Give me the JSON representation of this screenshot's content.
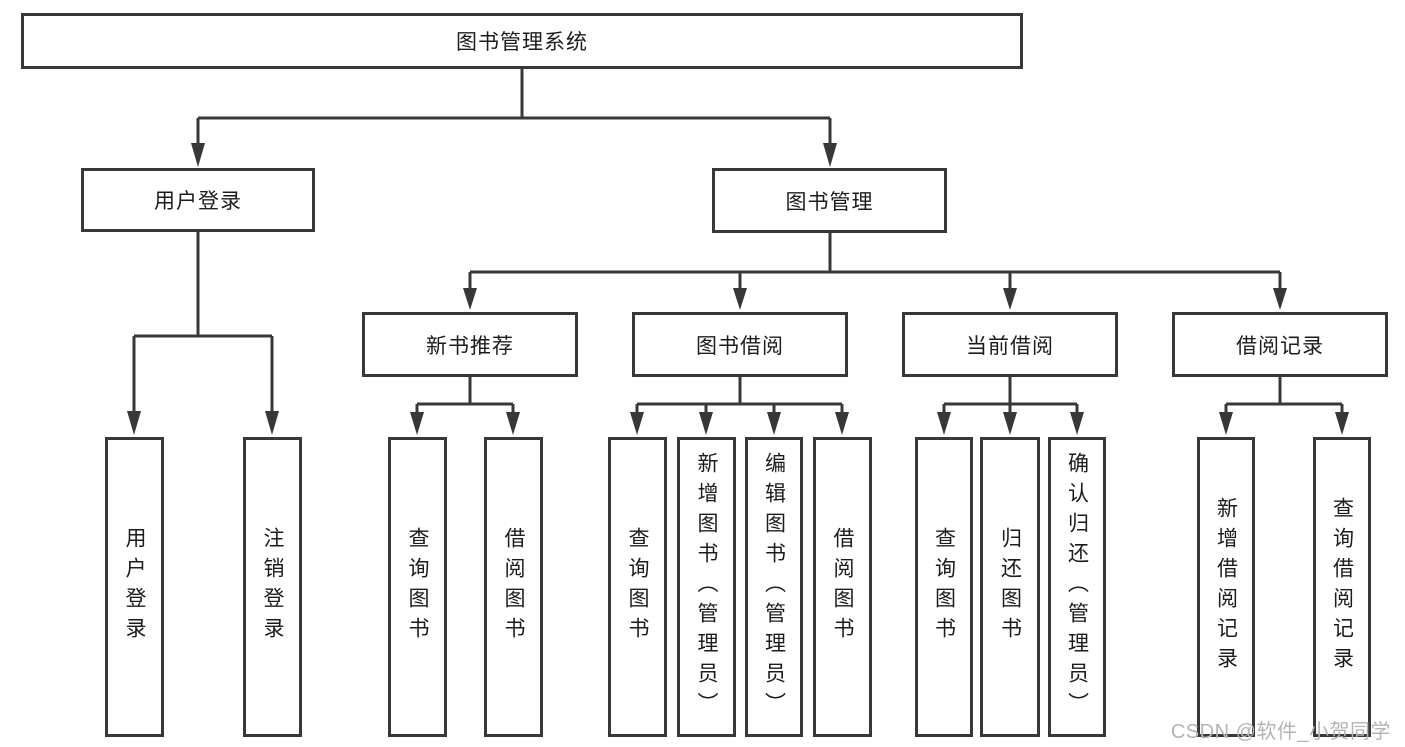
{
  "diagram_type": "hierarchy",
  "tree": {
    "label": "图书管理系统",
    "children": [
      {
        "label": "用户登录",
        "children": [
          {
            "label": "用户登录"
          },
          {
            "label": "注销登录"
          }
        ]
      },
      {
        "label": "图书管理",
        "children": [
          {
            "label": "新书推荐",
            "children": [
              {
                "label": "查询图书"
              },
              {
                "label": "借阅图书"
              }
            ]
          },
          {
            "label": "图书借阅",
            "children": [
              {
                "label": "查询图书"
              },
              {
                "label": "新增图书（管理员）"
              },
              {
                "label": "编辑图书（管理员）"
              },
              {
                "label": "借阅图书"
              }
            ]
          },
          {
            "label": "当前借阅",
            "children": [
              {
                "label": "查询图书"
              },
              {
                "label": "归还图书"
              },
              {
                "label": "确认归还（管理员）"
              }
            ]
          },
          {
            "label": "借阅记录",
            "children": [
              {
                "label": "新增借阅记录"
              },
              {
                "label": "查询借阅记录"
              }
            ]
          }
        ]
      }
    ]
  },
  "watermark": {
    "text": "CSDN @软件_小贺同学"
  },
  "colors": {
    "line": "#383838",
    "ink": "#1c1c1c",
    "background": "#ffffff",
    "watermark": "#b4b4b4"
  }
}
